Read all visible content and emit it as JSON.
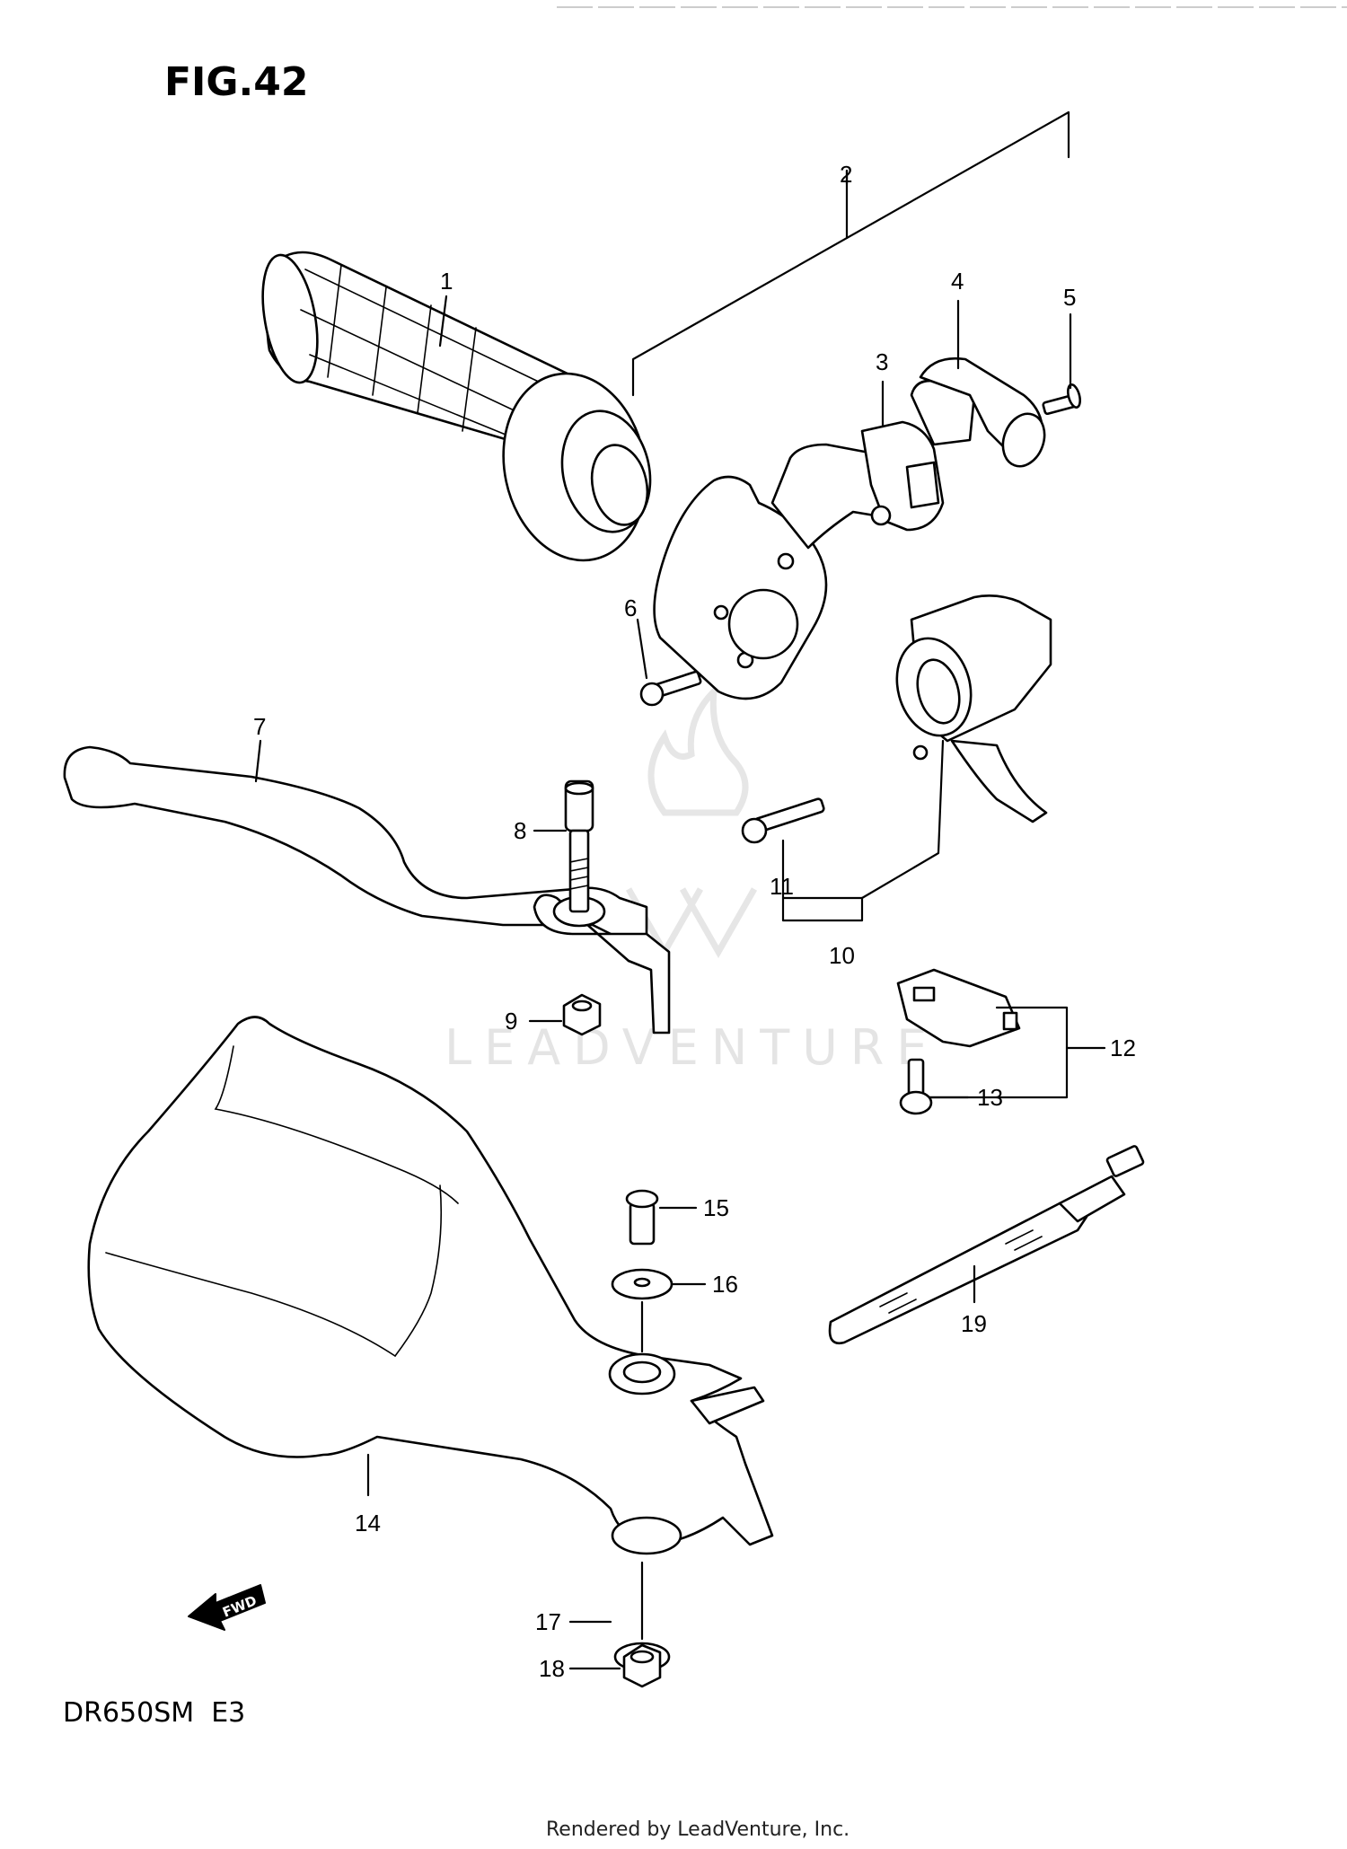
{
  "figure": {
    "title": "FIG.42",
    "model": "DR650SM  E3",
    "footer": "Rendered by LeadVenture, Inc.",
    "watermark": "LEADVENTURE",
    "fwd_label": "FWD"
  },
  "callouts": [
    "1",
    "2",
    "3",
    "4",
    "5",
    "6",
    "7",
    "8",
    "9",
    "10",
    "11",
    "12",
    "13",
    "14",
    "15",
    "16",
    "17",
    "18",
    "19"
  ]
}
